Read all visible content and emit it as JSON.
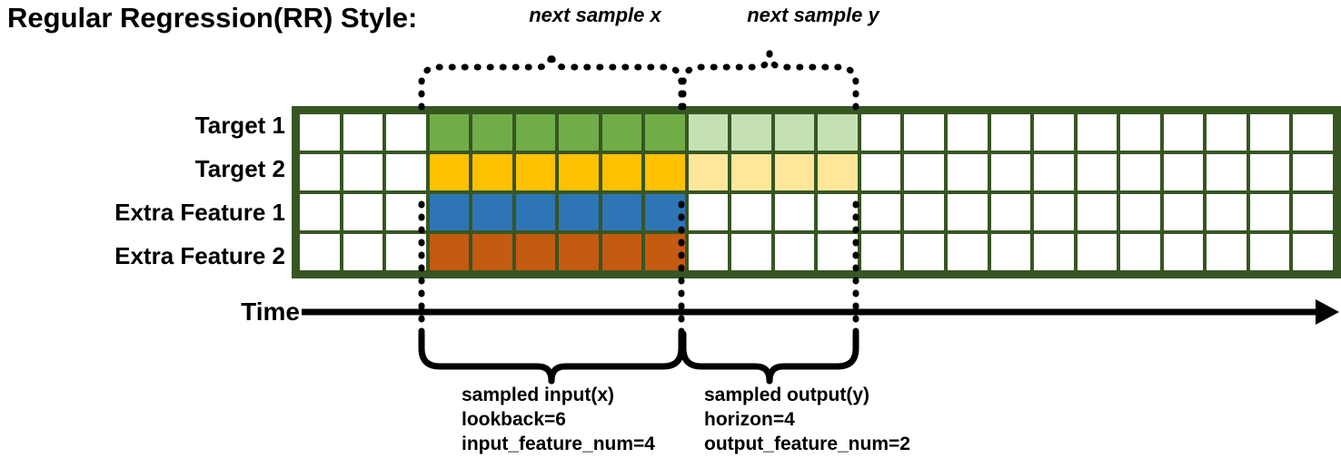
{
  "title": "Regular Regression(RR) Style:",
  "rows": [
    {
      "label": "Target 1",
      "kind": "target"
    },
    {
      "label": "Target 2",
      "kind": "target"
    },
    {
      "label": "Extra Feature 1",
      "kind": "feature"
    },
    {
      "label": "Extra Feature 2",
      "kind": "feature"
    }
  ],
  "grid": {
    "total_columns": 24,
    "lead_blank_columns": 3,
    "input_columns": 6,
    "output_columns": 4,
    "trailing_blank_columns": 11
  },
  "top_braces": [
    {
      "label": "next sample x"
    },
    {
      "label": "next sample y"
    }
  ],
  "bottom_braces": [
    {
      "title": "sampled input(x)",
      "line2": "lookback=6",
      "line3": "input_feature_num=4"
    },
    {
      "title": "sampled output(y)",
      "line2": "horizon=4",
      "line3": "output_feature_num=2"
    }
  ],
  "axis": {
    "label": "Time"
  },
  "colors": {
    "grid_border": "#375623",
    "cell_blank": "#ffffff",
    "target1_input": "#70AD47",
    "target1_output": "#C5E0B4",
    "target2_input": "#FFC000",
    "target2_output": "#FFE699",
    "feature1_input": "#2E75B6",
    "feature2_input": "#C55A11",
    "annotation": "#000000"
  }
}
